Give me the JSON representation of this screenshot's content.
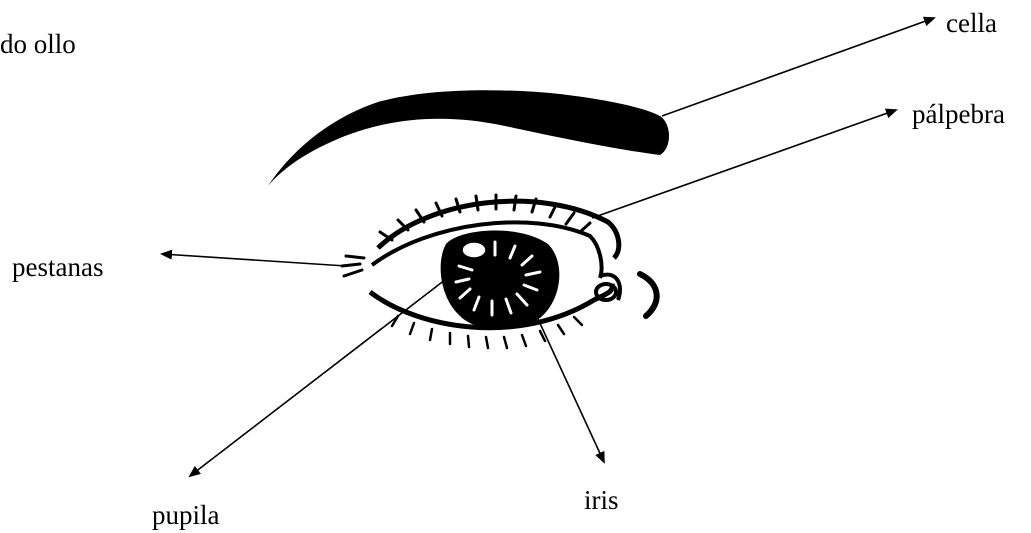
{
  "diagram": {
    "title": "do ollo",
    "labels": {
      "cella": "cella",
      "palpebra": "pálpebra",
      "pestanas": "pestanas",
      "pupila": "pupila",
      "iris": "iris"
    }
  },
  "colors": {
    "ink": "#000000",
    "background": "#ffffff"
  }
}
